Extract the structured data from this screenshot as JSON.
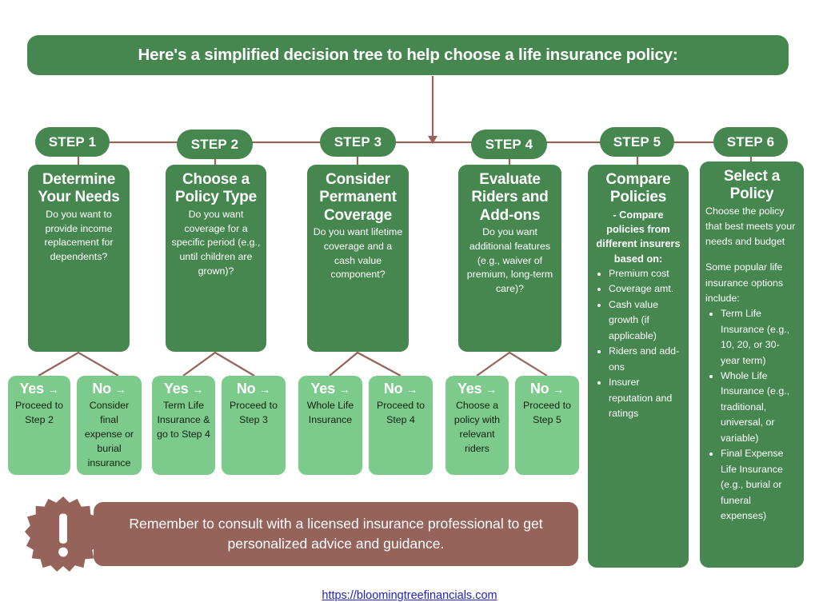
{
  "title": {
    "text": "Here's a simplified decision tree to help choose a life insurance policy:"
  },
  "colors": {
    "dark_green": "#46874F",
    "light_green": "#7CCB8C",
    "brown": "#96635B",
    "link_blue": "#2222cc",
    "white": "#ffffff"
  },
  "steps": [
    {
      "pill": "STEP 1",
      "heading": "Determine Your Needs",
      "subtext": "Do you want to provide income replacement for dependents?"
    },
    {
      "pill": "STEP 2",
      "heading": "Choose a Policy Type",
      "subtext": "Do you want coverage for a specific period (e.g., until children are grown)?"
    },
    {
      "pill": "STEP 3",
      "heading": "Consider Permanent Coverage",
      "subtext": "Do you want lifetime coverage and a cash value component?"
    },
    {
      "pill": "STEP 4",
      "heading": "Evaluate Riders and Add-ons",
      "subtext": "Do you want additional features (e.g., waiver of premium, long-term care)?"
    },
    {
      "pill": "STEP 5",
      "heading": "Compare Policies",
      "subtext": "- Compare policies from different insurers based on:",
      "bullets": [
        "Premium cost",
        "Coverage amt.",
        "Cash value growth (if applicable)",
        "Riders and add-ons",
        "Insurer reputation and ratings"
      ]
    },
    {
      "pill": "STEP 6",
      "heading": "Select a Policy",
      "paragraph1": "Choose the policy that best meets your needs and budget",
      "paragraph2": "Some popular life insurance options include:",
      "bullets": [
        "Term Life Insurance (e.g., 10, 20, or 30-year term)",
        "Whole Life Insurance (e.g., traditional, universal, or variable)",
        "Final Expense Life Insurance (e.g., burial or funeral expenses)"
      ]
    }
  ],
  "answers": [
    {
      "label": "Yes",
      "arrow": "→",
      "body": "Proceed to Step 2"
    },
    {
      "label": "No",
      "arrow": "→",
      "body": "Consider final expense or burial insurance"
    },
    {
      "label": "Yes",
      "arrow": "→",
      "body": "Term Life Insurance & go to Step 4"
    },
    {
      "label": "No",
      "arrow": "→",
      "body": "Proceed to Step 3"
    },
    {
      "label": "Yes",
      "arrow": "→",
      "body": "Whole Life Insurance"
    },
    {
      "label": "No",
      "arrow": "→",
      "body": "Proceed to Step 4"
    },
    {
      "label": "Yes",
      "arrow": "→",
      "body": "Choose a policy with relevant riders"
    },
    {
      "label": "No",
      "arrow": "→",
      "body": "Proceed to Step 5"
    }
  ],
  "note": {
    "icon": "exclamation-burst",
    "mark": "!",
    "text": "Remember to consult with a licensed insurance professional to get personalized advice and guidance."
  },
  "footer": {
    "url": "https://bloomingtreefinancials.com"
  }
}
